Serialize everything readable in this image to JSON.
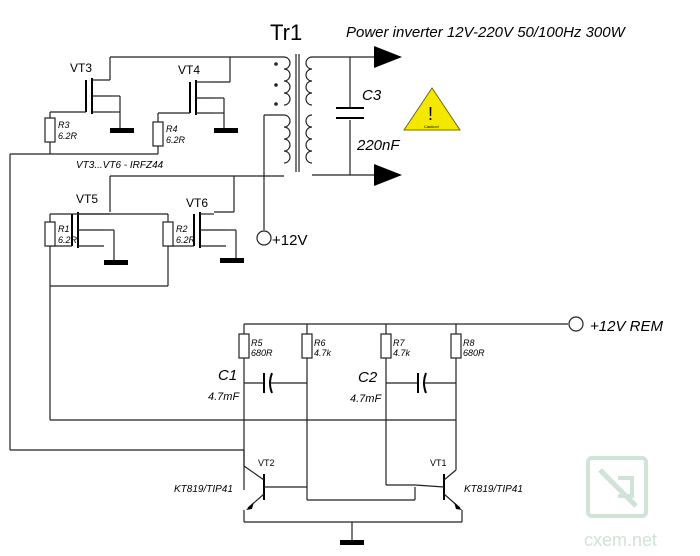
{
  "title": "Power inverter 12V-220V 50/100Hz 300W",
  "transformer": "Tr1",
  "capacitor_c3": {
    "name": "C3",
    "value": "220nF"
  },
  "mosfets": {
    "vt3": "VT3",
    "vt4": "VT4",
    "vt5": "VT5",
    "vt6": "VT6",
    "note": "VT3...VT6 - IRFZ44"
  },
  "resistors": {
    "r1": {
      "name": "R1",
      "value": "6.2R"
    },
    "r2": {
      "name": "R2",
      "value": "6.2R"
    },
    "r3": {
      "name": "R3",
      "value": "6.2R"
    },
    "r4": {
      "name": "R4",
      "value": "6.2R"
    },
    "r5": {
      "name": "R5",
      "value": "680R"
    },
    "r6": {
      "name": "R6",
      "value": "4.7k"
    },
    "r7": {
      "name": "R7",
      "value": "4.7k"
    },
    "r8": {
      "name": "R8",
      "value": "680R"
    }
  },
  "caps": {
    "c1": {
      "name": "C1",
      "value": "4.7mF"
    },
    "c2": {
      "name": "C2",
      "value": "4.7mF"
    }
  },
  "supply": {
    "plus12": "+12V",
    "plus12rem": "+12V  REM"
  },
  "bjts": {
    "vt1": "VT1",
    "vt2": "VT2",
    "vt1_type": "KT819/TIP41",
    "vt2_type": "KT819/TIP41"
  },
  "warning": {
    "symbol": "!",
    "text": "Caution!"
  },
  "watermark": "cxem.net"
}
